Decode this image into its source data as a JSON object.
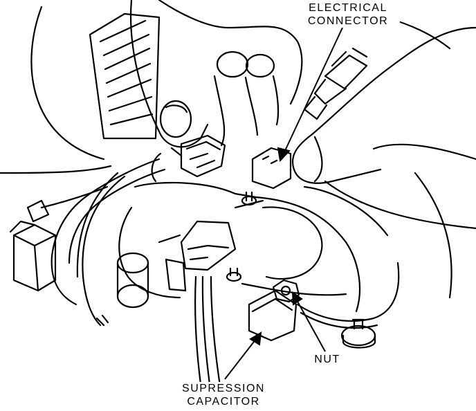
{
  "labels": {
    "electrical_connector": [
      "ELECTRICAL",
      "CONNECTOR"
    ],
    "nut": "NUT",
    "supression_capacitor": [
      "SUPRESSION",
      "CAPACITOR"
    ]
  }
}
